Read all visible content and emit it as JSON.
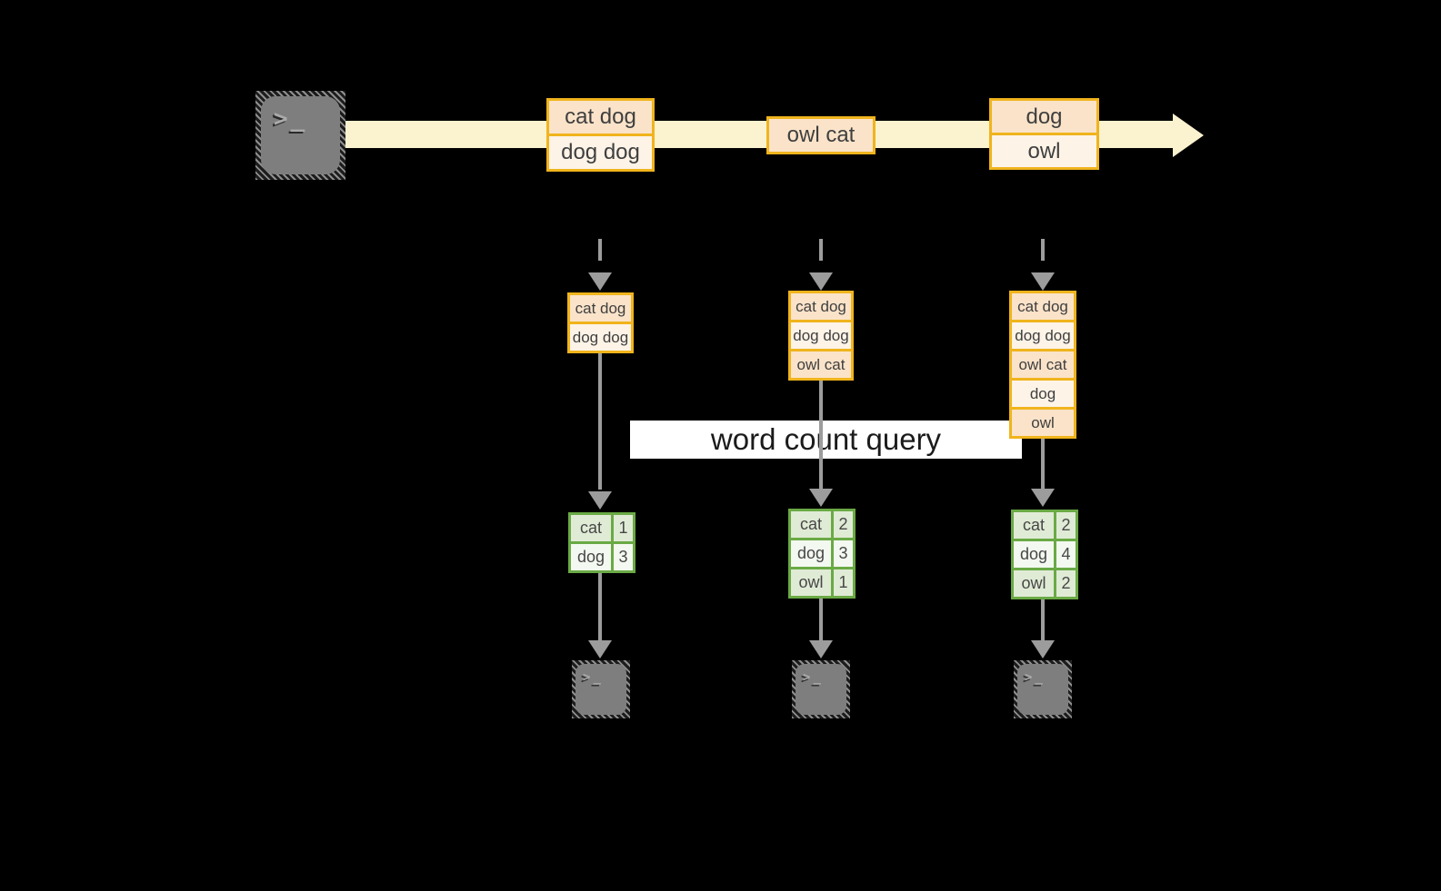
{
  "banner": {
    "label": "word count query"
  },
  "stream": {
    "batches": [
      {
        "cells": [
          "cat dog",
          "dog dog"
        ]
      },
      {
        "cells": [
          "owl cat"
        ]
      },
      {
        "cells": [
          "dog",
          "owl"
        ]
      }
    ]
  },
  "columns": [
    {
      "stack": [
        "cat dog",
        "dog dog"
      ],
      "table": [
        {
          "word": "cat",
          "count": "1"
        },
        {
          "word": "dog",
          "count": "3"
        }
      ]
    },
    {
      "stack": [
        "cat dog",
        "dog dog",
        "owl cat"
      ],
      "table": [
        {
          "word": "cat",
          "count": "2"
        },
        {
          "word": "dog",
          "count": "3"
        },
        {
          "word": "owl",
          "count": "1"
        }
      ]
    },
    {
      "stack": [
        "cat dog",
        "dog dog",
        "owl cat",
        "dog",
        "owl"
      ],
      "table": [
        {
          "word": "cat",
          "count": "2"
        },
        {
          "word": "dog",
          "count": "4"
        },
        {
          "word": "owl",
          "count": "2"
        }
      ]
    }
  ],
  "icons": {
    "terminal_prompt": ">",
    "terminal_underscore": "_"
  },
  "colors": {
    "background": "#000000",
    "stream_band": "#FBF2CF",
    "gold_border": "#F0B41C",
    "peach_fill": "#FAE3C9",
    "cream_fill": "#FDF3E7",
    "green_border": "#6AAA45",
    "green_fill_dark": "#E0EBD6",
    "green_fill_light": "#F3F8F0",
    "connector_gray": "#9C9C9C"
  }
}
